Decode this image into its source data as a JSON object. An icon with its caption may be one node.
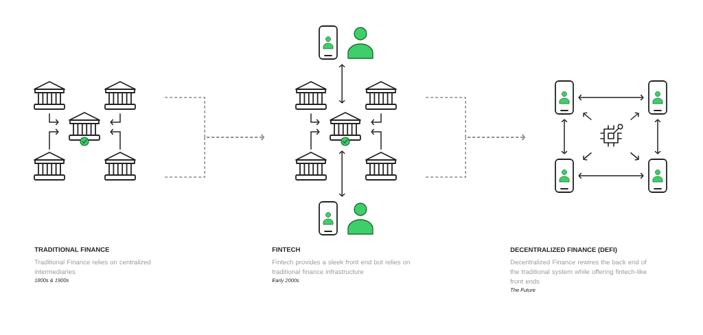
{
  "diagram": {
    "nodes": [
      {
        "text": [],
        "shape": "bank"
      },
      {
        "text": [],
        "shape": "bank"
      },
      {
        "text": [],
        "shape": "bank"
      },
      {
        "text": [],
        "shape": "bank"
      },
      {
        "text": [],
        "shape": "bank"
      },
      {
        "text": [],
        "shape": "phone"
      },
      {
        "text": [],
        "shape": "person"
      },
      {
        "text": [],
        "shape": "bank"
      },
      {
        "text": [],
        "shape": "bank"
      },
      {
        "text": [],
        "shape": "bank"
      },
      {
        "text": [],
        "shape": "bank"
      },
      {
        "text": [],
        "shape": "bank"
      },
      {
        "text": [],
        "shape": "phone"
      },
      {
        "text": [],
        "shape": "person"
      },
      {
        "text": [],
        "shape": "phone"
      },
      {
        "text": [],
        "shape": "phone"
      },
      {
        "text": [],
        "shape": "chip"
      },
      {
        "text": [],
        "shape": "phone"
      },
      {
        "text": [],
        "shape": "phone"
      }
    ],
    "edges": [
      {
        "from": 0,
        "to": 2,
        "arrow": "to"
      },
      {
        "from": 1,
        "to": 2,
        "arrow": "to"
      },
      {
        "from": 3,
        "to": 2,
        "arrow": "to"
      },
      {
        "from": 4,
        "to": 2,
        "arrow": "to"
      },
      {
        "from": 1,
        "to": null,
        "arrow": "to",
        "style": "dashed",
        "color": "#8a8a8a"
      },
      {
        "from": 4,
        "to": null,
        "arrow": "to",
        "style": "dashed",
        "color": "#8a8a8a"
      },
      {
        "from": 5,
        "to": 9,
        "arrow": "both"
      },
      {
        "from": 7,
        "to": 9,
        "arrow": "to"
      },
      {
        "from": 8,
        "to": 9,
        "arrow": "to"
      },
      {
        "from": 10,
        "to": 9,
        "arrow": "to"
      },
      {
        "from": 11,
        "to": 9,
        "arrow": "to"
      },
      {
        "from": 9,
        "to": 12,
        "arrow": "both"
      },
      {
        "from": 8,
        "to": null,
        "arrow": "to",
        "style": "dashed",
        "color": "#8a8a8a"
      },
      {
        "from": 11,
        "to": null,
        "arrow": "to",
        "style": "dashed",
        "color": "#8a8a8a"
      },
      {
        "from": 14,
        "to": 15,
        "arrow": "both"
      },
      {
        "from": 14,
        "to": 17,
        "arrow": "both"
      },
      {
        "from": 15,
        "to": 18,
        "arrow": "both"
      },
      {
        "from": 17,
        "to": 18,
        "arrow": "both"
      },
      {
        "from": 16,
        "to": 14,
        "arrow": "to"
      },
      {
        "from": 16,
        "to": 15,
        "arrow": "to"
      },
      {
        "from": 16,
        "to": 17,
        "arrow": "to"
      },
      {
        "from": 16,
        "to": 18,
        "arrow": "to"
      }
    ],
    "labels": [
      "TRADITIONAL FINANCE",
      "Traditional Finance relies on centralized intermediaries",
      "1800s & 1900s",
      "FINTECH",
      "Fintech provides a sleek front end but relies on traditional finance infrastructure",
      "Early 2000s",
      "DECENTRALIZED FINANCE (DEFI)",
      "Decentralized Finance rewires the back end of the traditional system while offering fintech-like front ends",
      "The Future"
    ]
  }
}
